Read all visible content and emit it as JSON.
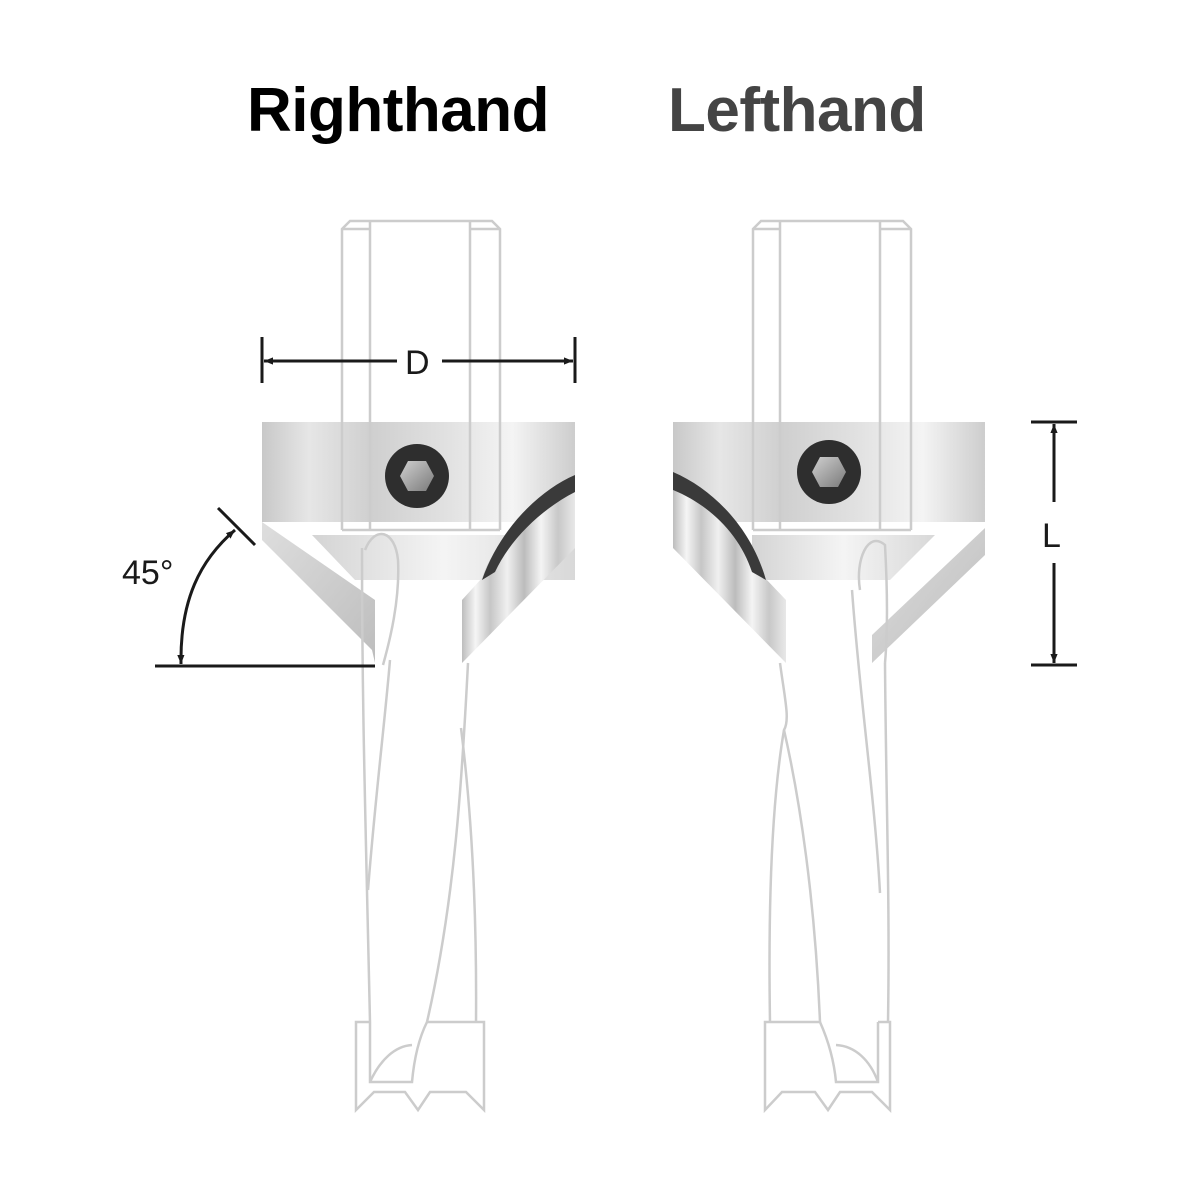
{
  "titles": {
    "righthand": "Righthand",
    "lefthand": "Lefthand"
  },
  "dimensions": {
    "diameter_label": "D",
    "length_label": "L",
    "angle_label": "45°"
  },
  "colors": {
    "righthand_title": "#000000",
    "lefthand_title": "#444444",
    "outline": "#cccccc",
    "dimension_line": "#1a1a1a",
    "body_metal": "#d4d4d4",
    "flute_dark": "#3a3a3a"
  },
  "figures": [
    {
      "name": "righthand-countersink",
      "hand": "right"
    },
    {
      "name": "lefthand-countersink",
      "hand": "left"
    }
  ]
}
